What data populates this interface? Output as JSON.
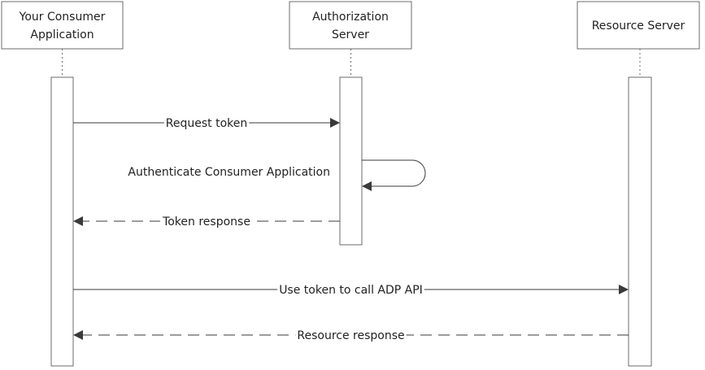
{
  "diagram": {
    "type": "sequence",
    "participants": [
      {
        "id": "consumer",
        "lines": [
          "Your Consumer",
          "Application"
        ]
      },
      {
        "id": "auth",
        "lines": [
          "Authorization",
          "Server"
        ]
      },
      {
        "id": "resource",
        "lines": [
          "Resource Server"
        ]
      }
    ],
    "messages": [
      {
        "from": "consumer",
        "to": "auth",
        "label": "Request token",
        "style": "solid"
      },
      {
        "from": "auth",
        "to": "auth",
        "label": "Authenticate Consumer Application",
        "style": "solid"
      },
      {
        "from": "auth",
        "to": "consumer",
        "label": "Token response",
        "style": "dashed"
      },
      {
        "from": "consumer",
        "to": "resource",
        "label": "Use token to call ADP API",
        "style": "solid"
      },
      {
        "from": "resource",
        "to": "consumer",
        "label": "Resource response",
        "style": "dashed"
      }
    ]
  }
}
